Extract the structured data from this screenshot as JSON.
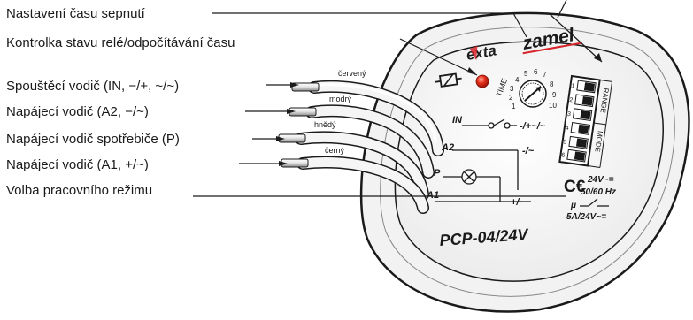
{
  "labels": {
    "time_setting": "Nastavení času sepnutí",
    "indicator": "Kontrolka stavu relé/odpočítávání času",
    "trigger_wire": "Spouštěcí vodič (IN, −/+, ~/~)",
    "supply_a2": "Napájecí vodič (A2, −/~)",
    "load_supply": "Napájecí vodič spotřebiče (P)",
    "supply_a1": "Napájecí vodič (A1, +/~)",
    "mode_select": "Volba pracovního režimu"
  },
  "wires": {
    "red": "červený",
    "blue": "modrý",
    "brown": "hnědý",
    "black": "černý"
  },
  "device": {
    "brand": "zamel",
    "sub_brand": "exta",
    "model": "PCP-04/24V",
    "time_label": "TIME",
    "dial_numbers": [
      "1",
      "2",
      "3",
      "4",
      "5",
      "6",
      "7",
      "8",
      "9",
      "10"
    ],
    "switch_numbers": [
      "1",
      "2",
      "3",
      "4",
      "5",
      "6"
    ],
    "range_label": "RANGE",
    "mode_label": "MODE",
    "terminals": [
      "IN",
      "A2",
      "P",
      "A1"
    ],
    "in_symbol": "-/+~/~",
    "a2_symbol": "-/~",
    "a1_symbol": "+/~",
    "voltage": "24V~=",
    "frequency": "50/60 Hz",
    "contact_symbol": "μ",
    "contact_rating": "5A/24V~=",
    "ce_mark": "C€"
  },
  "colors": {
    "led": "#e8321e",
    "brand_red": "#d8232a",
    "device_face": "#f4f4f4",
    "device_rim": "#ececec"
  }
}
